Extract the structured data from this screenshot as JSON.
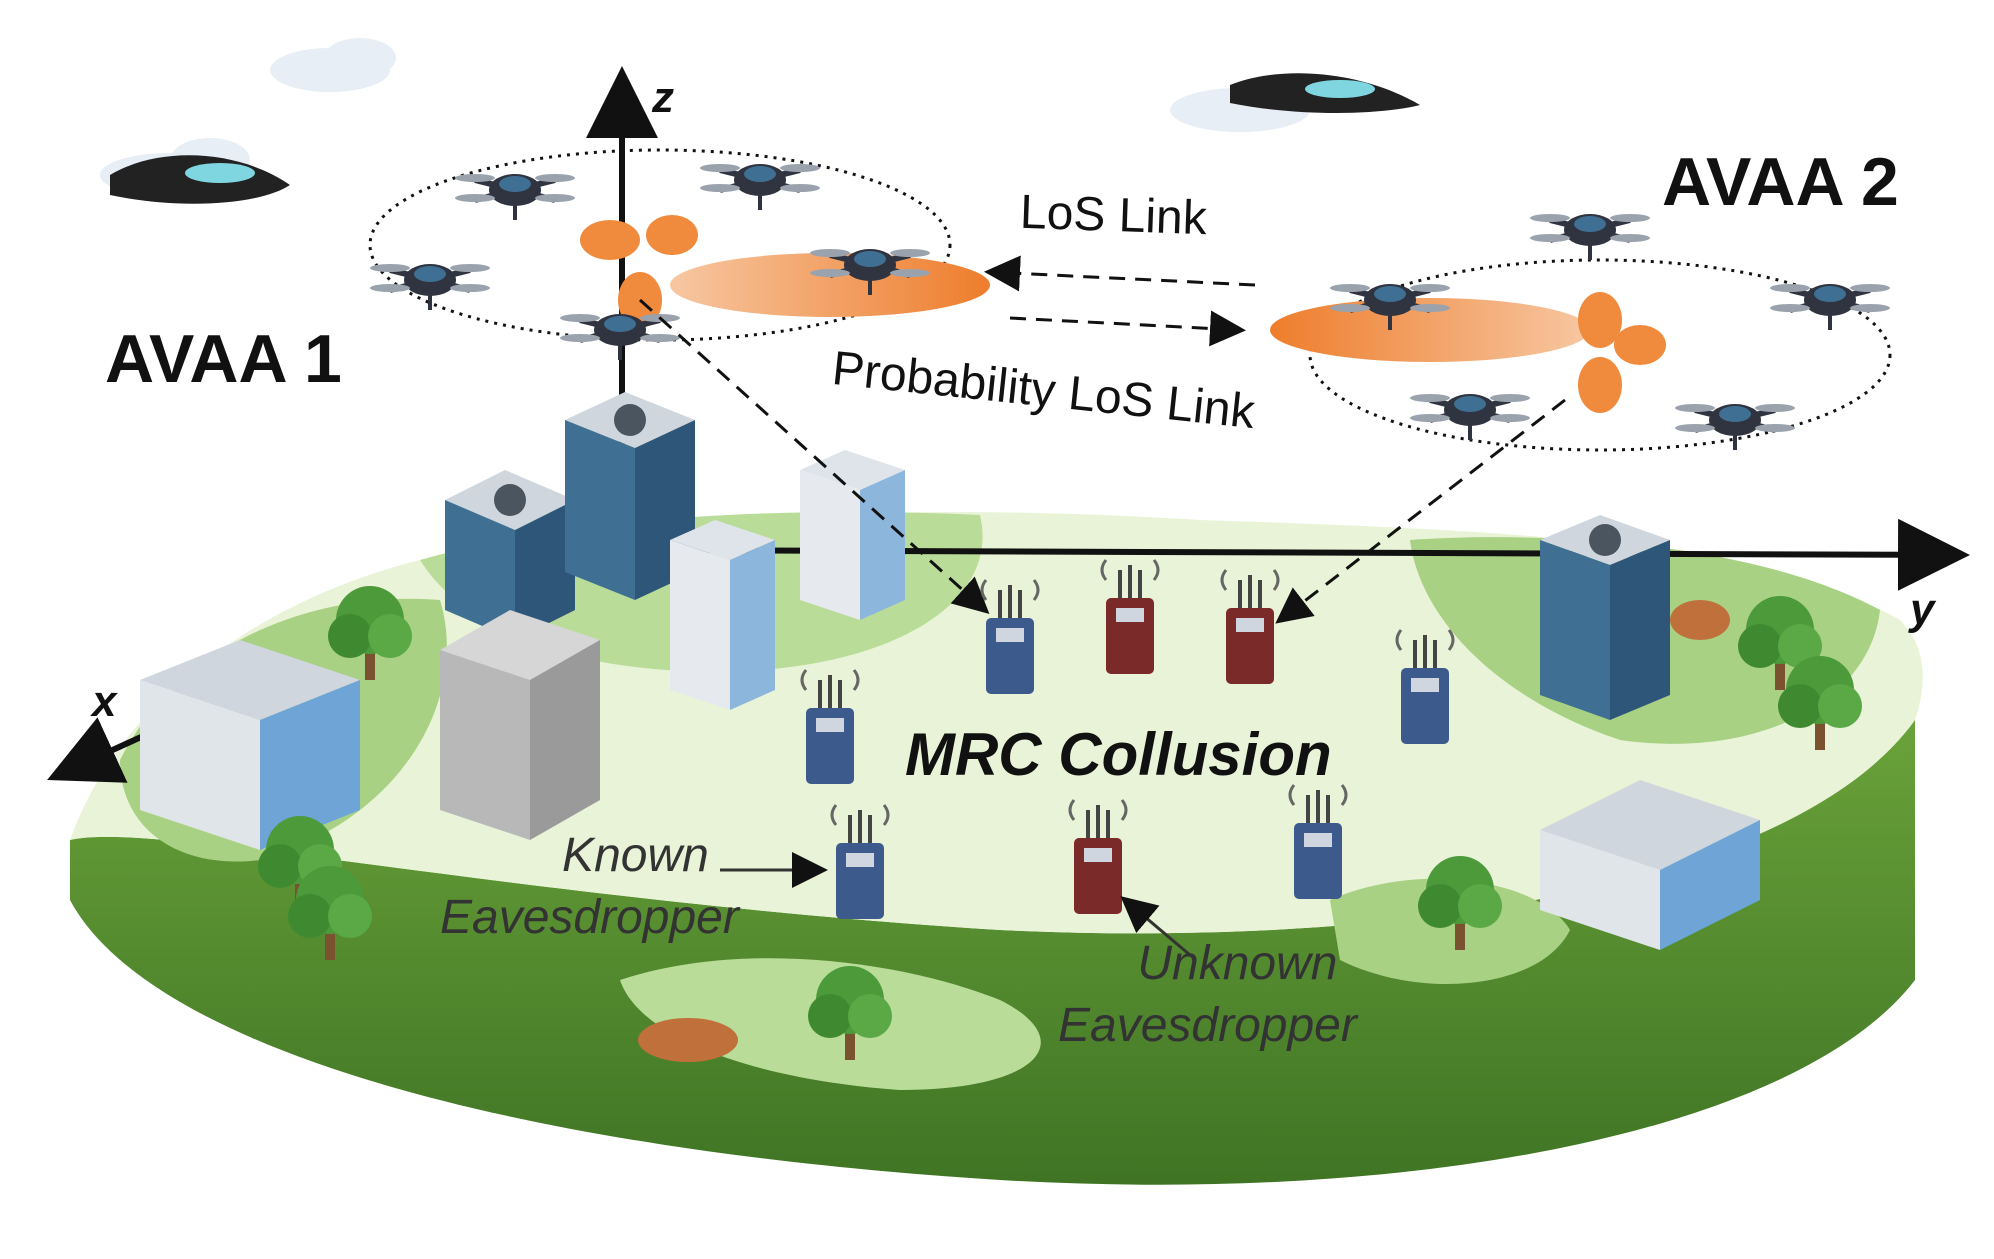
{
  "labels": {
    "avaa1": "AVAA 1",
    "avaa2": "AVAA 2",
    "axis_x": "x",
    "axis_y": "y",
    "axis_z": "z",
    "los_link": "LoS Link",
    "prob_los_link": "Probability LoS Link",
    "mrc_collusion": "MRC Collusion",
    "known_eve_line1": "Known",
    "known_eve_line2": "Eavesdropper",
    "unknown_eve_line1": "Unknown",
    "unknown_eve_line2": "Eavesdropper"
  },
  "colors": {
    "ground_top": "#e9f3d7",
    "ground_patch": "#9fcb7a",
    "ground_side": "#4f8a2b",
    "beam": "#f08a3c",
    "known_eavesdropper": "#3d5a8c",
    "unknown_eavesdropper": "#7b2a2a",
    "building_glass": "#3f6f92",
    "drone_body": "#2f3440"
  }
}
